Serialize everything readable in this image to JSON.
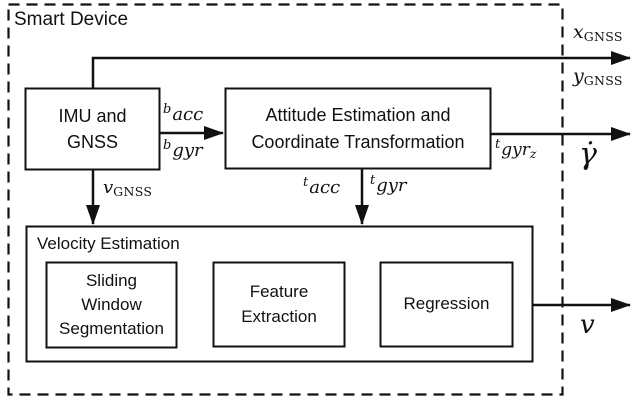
{
  "diagram": {
    "title": "Smart Device",
    "colors": {
      "line": "#111111",
      "background": "#ffffff"
    },
    "blocks": {
      "imu": {
        "line1": "IMU and",
        "line2": "GNSS"
      },
      "attitude": {
        "line1": "Attitude Estimation and",
        "line2": "Coordinate Transformation"
      },
      "velocity": {
        "label": "Velocity Estimation"
      },
      "sliding": {
        "line1": "Sliding",
        "line2": "Window",
        "line3": "Segmentation"
      },
      "feature": {
        "line1": "Feature",
        "line2": "Extraction"
      },
      "regression": {
        "label": "Regression"
      }
    },
    "signals": {
      "x_gnss": {
        "base": "x",
        "sub": "GNSS"
      },
      "y_gnss": {
        "base": "y",
        "sub": "GNSS"
      },
      "b_acc": {
        "sup": "b",
        "base": "acc"
      },
      "b_gyr": {
        "sup": "b",
        "base": "gyr"
      },
      "v_gnss": {
        "base": "v",
        "sub": "GNSS"
      },
      "t_acc": {
        "sup": "t",
        "base": "acc"
      },
      "t_gyr": {
        "sup": "t",
        "base": "gyr"
      },
      "t_gyr_z": {
        "sup": "t",
        "base": "gyr",
        "sub": "z"
      },
      "gamma_dot": {
        "base": "γ̇"
      },
      "v_out": {
        "base": "v"
      }
    }
  }
}
